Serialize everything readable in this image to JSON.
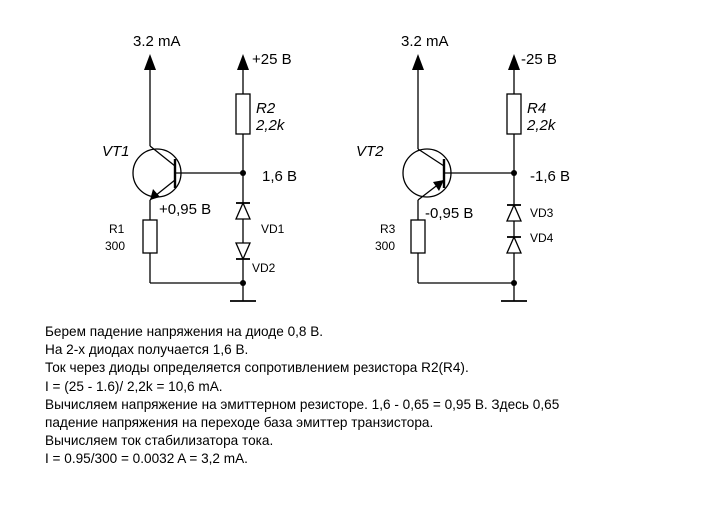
{
  "left": {
    "current_out": "3.2 mA",
    "supply": "+25 В",
    "r_top_name": "R2",
    "r_top_value": "2,2k",
    "transistor": "VT1",
    "base_voltage": "1,6 В",
    "emitter_voltage": "+0,95 В",
    "r_emitter_name": "R1",
    "r_emitter_value": "300",
    "diode_1": "VD1",
    "diode_2": "VD2"
  },
  "right": {
    "current_out": "3.2 mA",
    "supply": "-25 В",
    "r_top_name": "R4",
    "r_top_value": "2,2k",
    "transistor": "VT2",
    "base_voltage": "-1,6 В",
    "emitter_voltage": "-0,95 В",
    "r_emitter_name": "R3",
    "r_emitter_value": "300",
    "diode_1": "VD3",
    "diode_2": "VD4"
  },
  "notes": [
    "Берем падение напряжения на диоде 0,8 В.",
    "На 2-х диодах получается 1,6 В.",
    "Ток  через диоды определяется сопротивлением резистора R2(R4).",
    "I = (25 - 1.6)/ 2,2k = 10,6 mA.",
    "Вычисляем напряжение на эмиттерном резисторе. 1,6 - 0,65 = 0,95 В. Здесь 0,65",
    "падение напряжения на переходе база эмиттер транзистора.",
    "Вычисляем ток стабилизатора тока.",
    "I = 0.95/300 = 0.0032 A = 3,2 mA."
  ]
}
